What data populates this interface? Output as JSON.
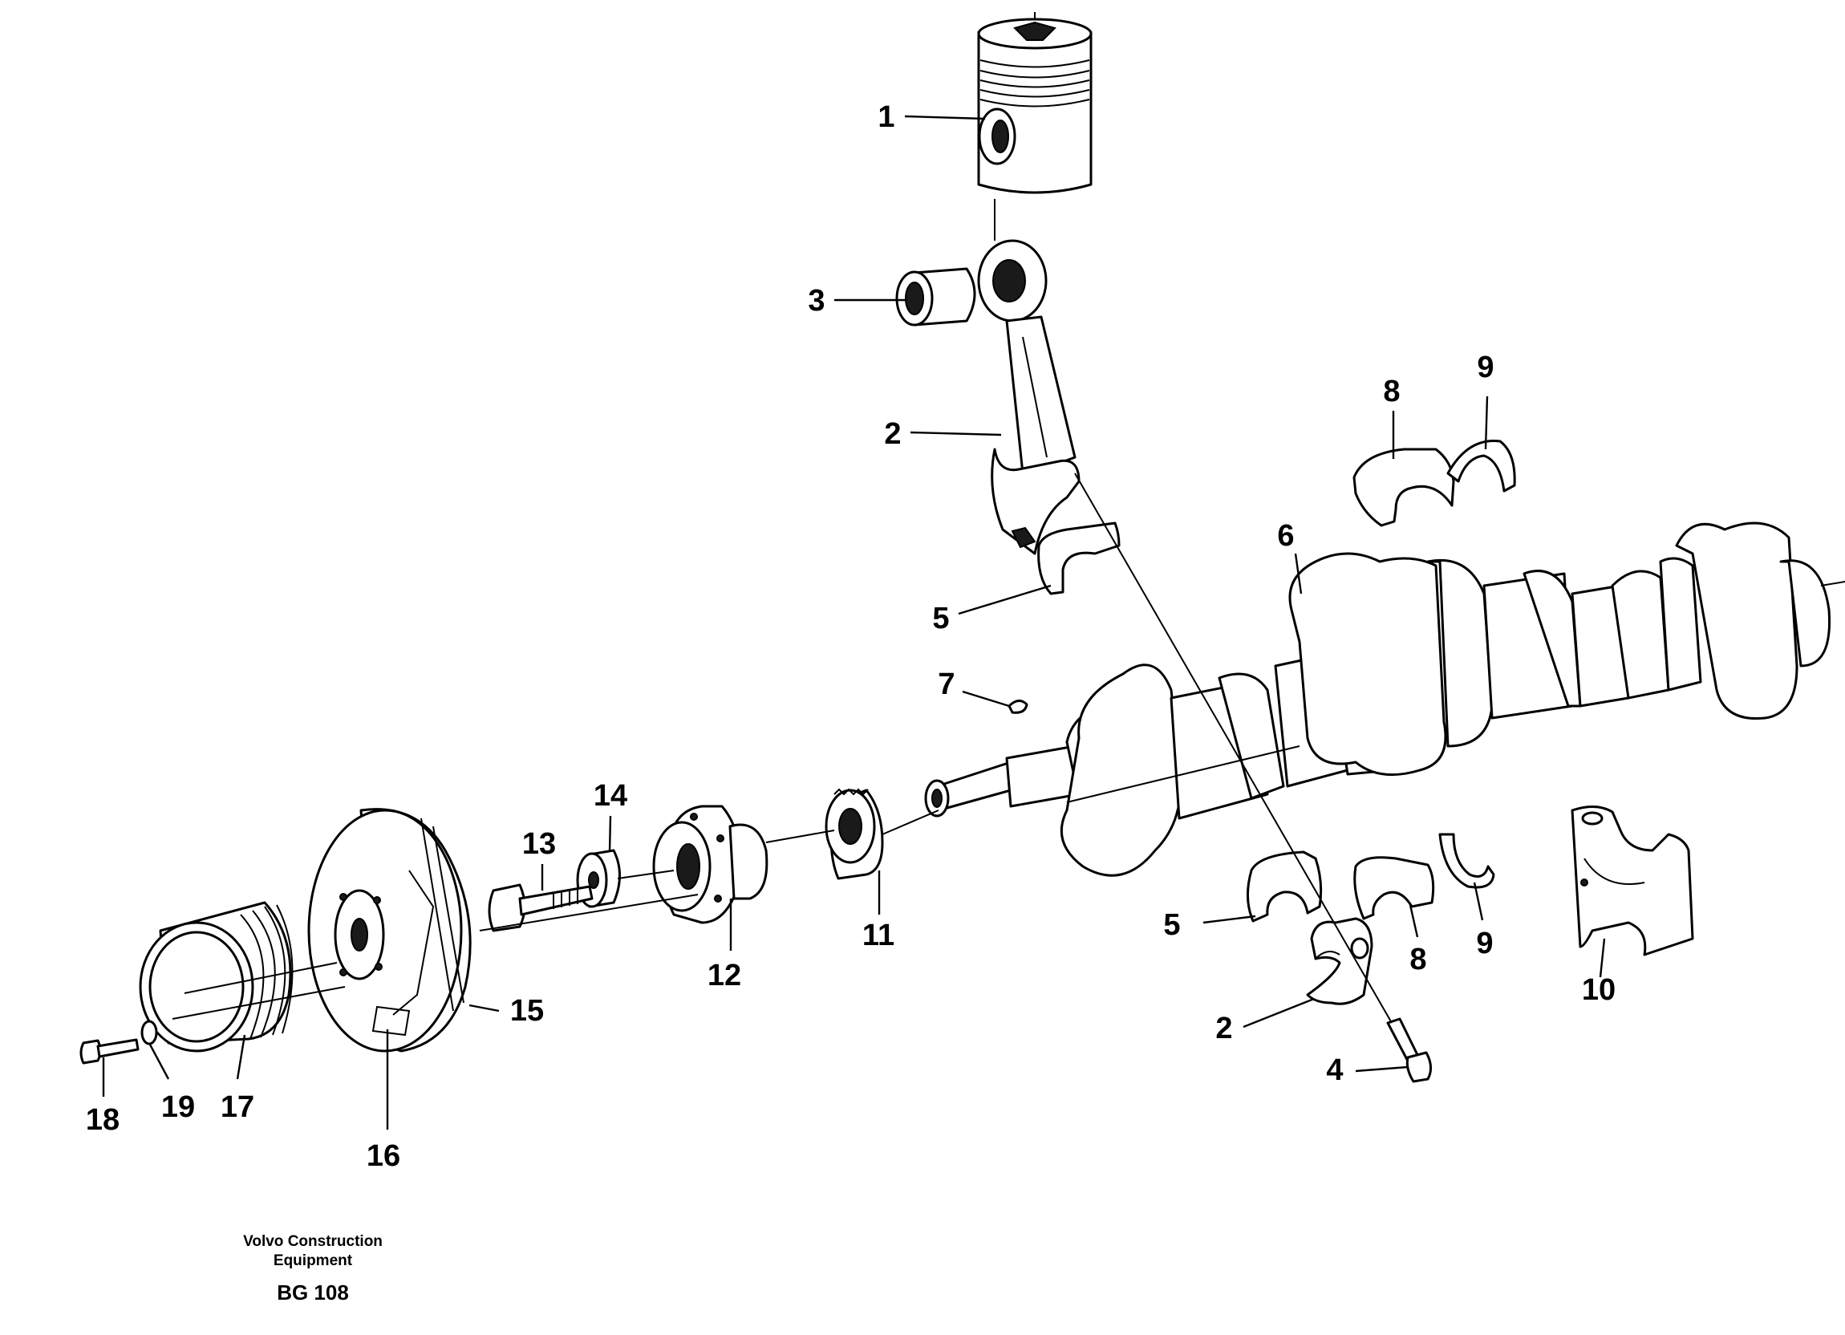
{
  "caption": {
    "line1": "Volvo Construction",
    "line2": "Equipment",
    "code": "BG 108"
  },
  "callouts": [
    {
      "id": "c1",
      "label": "1"
    },
    {
      "id": "c3",
      "label": "3"
    },
    {
      "id": "c2a",
      "label": "2"
    },
    {
      "id": "c8a",
      "label": "8"
    },
    {
      "id": "c9a",
      "label": "9"
    },
    {
      "id": "c6",
      "label": "6"
    },
    {
      "id": "c5a",
      "label": "5"
    },
    {
      "id": "c7",
      "label": "7"
    },
    {
      "id": "c14",
      "label": "14"
    },
    {
      "id": "c13",
      "label": "13"
    },
    {
      "id": "c11",
      "label": "11"
    },
    {
      "id": "c12",
      "label": "12"
    },
    {
      "id": "c15",
      "label": "15"
    },
    {
      "id": "c16",
      "label": "16"
    },
    {
      "id": "c17",
      "label": "17"
    },
    {
      "id": "c18",
      "label": "18"
    },
    {
      "id": "c19",
      "label": "19"
    },
    {
      "id": "c5b",
      "label": "5"
    },
    {
      "id": "c8b",
      "label": "8"
    },
    {
      "id": "c9b",
      "label": "9"
    },
    {
      "id": "c10",
      "label": "10"
    },
    {
      "id": "c2b",
      "label": "2"
    },
    {
      "id": "c4",
      "label": "4"
    }
  ]
}
